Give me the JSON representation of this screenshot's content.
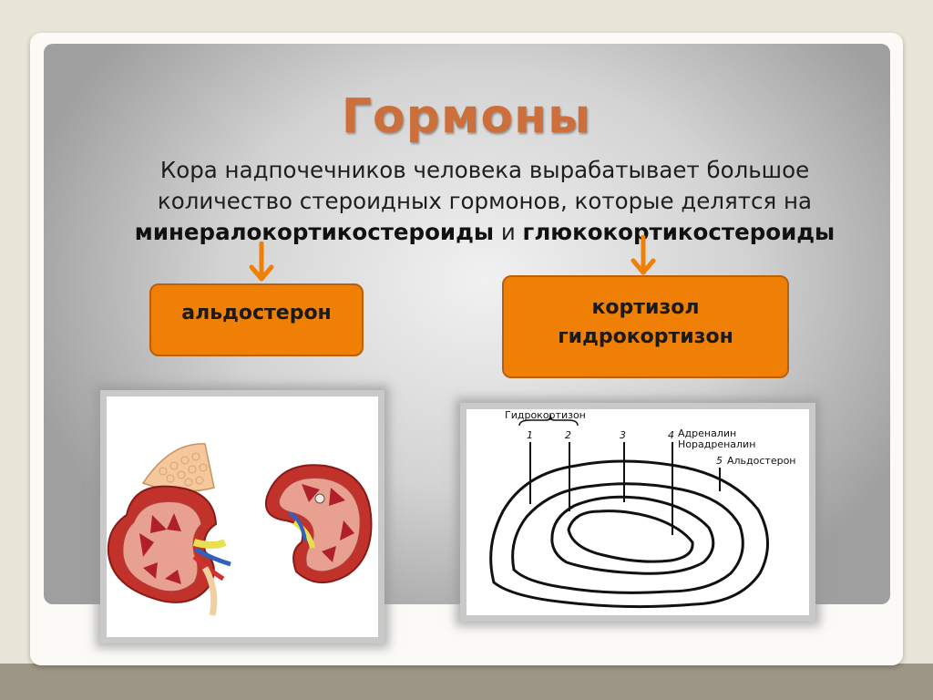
{
  "slide": {
    "title": "Гормоны",
    "line1": "Кора надпочечников человека вырабатывает большое",
    "line2": "количество стероидных гормонов, которые делятся на",
    "term1": "минералокортикостероиды",
    "conj": " и ",
    "term2": "глюкокортикостероиды"
  },
  "boxes": {
    "mineralo": {
      "label": "альдостерон"
    },
    "gluco": {
      "line1": "кортизол",
      "line2": "гидрокортизон"
    }
  },
  "diagram": {
    "top_label": "Гидрокортизон",
    "numbers": [
      "1",
      "2",
      "3",
      "4",
      "5"
    ],
    "label_adrenalin": "Адреналин",
    "label_noradrenalin": "Норадреналин",
    "label_aldosteron": "Альдостерон"
  },
  "colors": {
    "title": "#cc6f3a",
    "box_fill": "#f07f05",
    "arrow": "#f07f05"
  }
}
